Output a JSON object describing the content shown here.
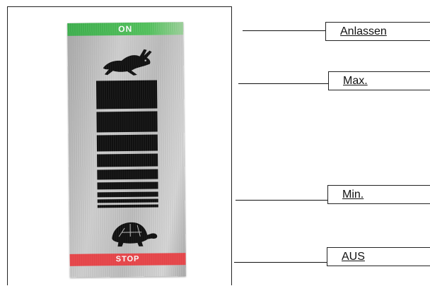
{
  "plate": {
    "on_label": "ON",
    "stop_label": "STOP",
    "colors": {
      "on_band": "#4cbf57",
      "stop_band": "#e9464a",
      "bars": "#111111"
    },
    "icons": {
      "max_icon": "hare-icon",
      "min_icon": "turtle-icon"
    }
  },
  "labels": {
    "start": "Anlassen",
    "max": "Max.",
    "min": "Min.",
    "off": "AUS"
  }
}
